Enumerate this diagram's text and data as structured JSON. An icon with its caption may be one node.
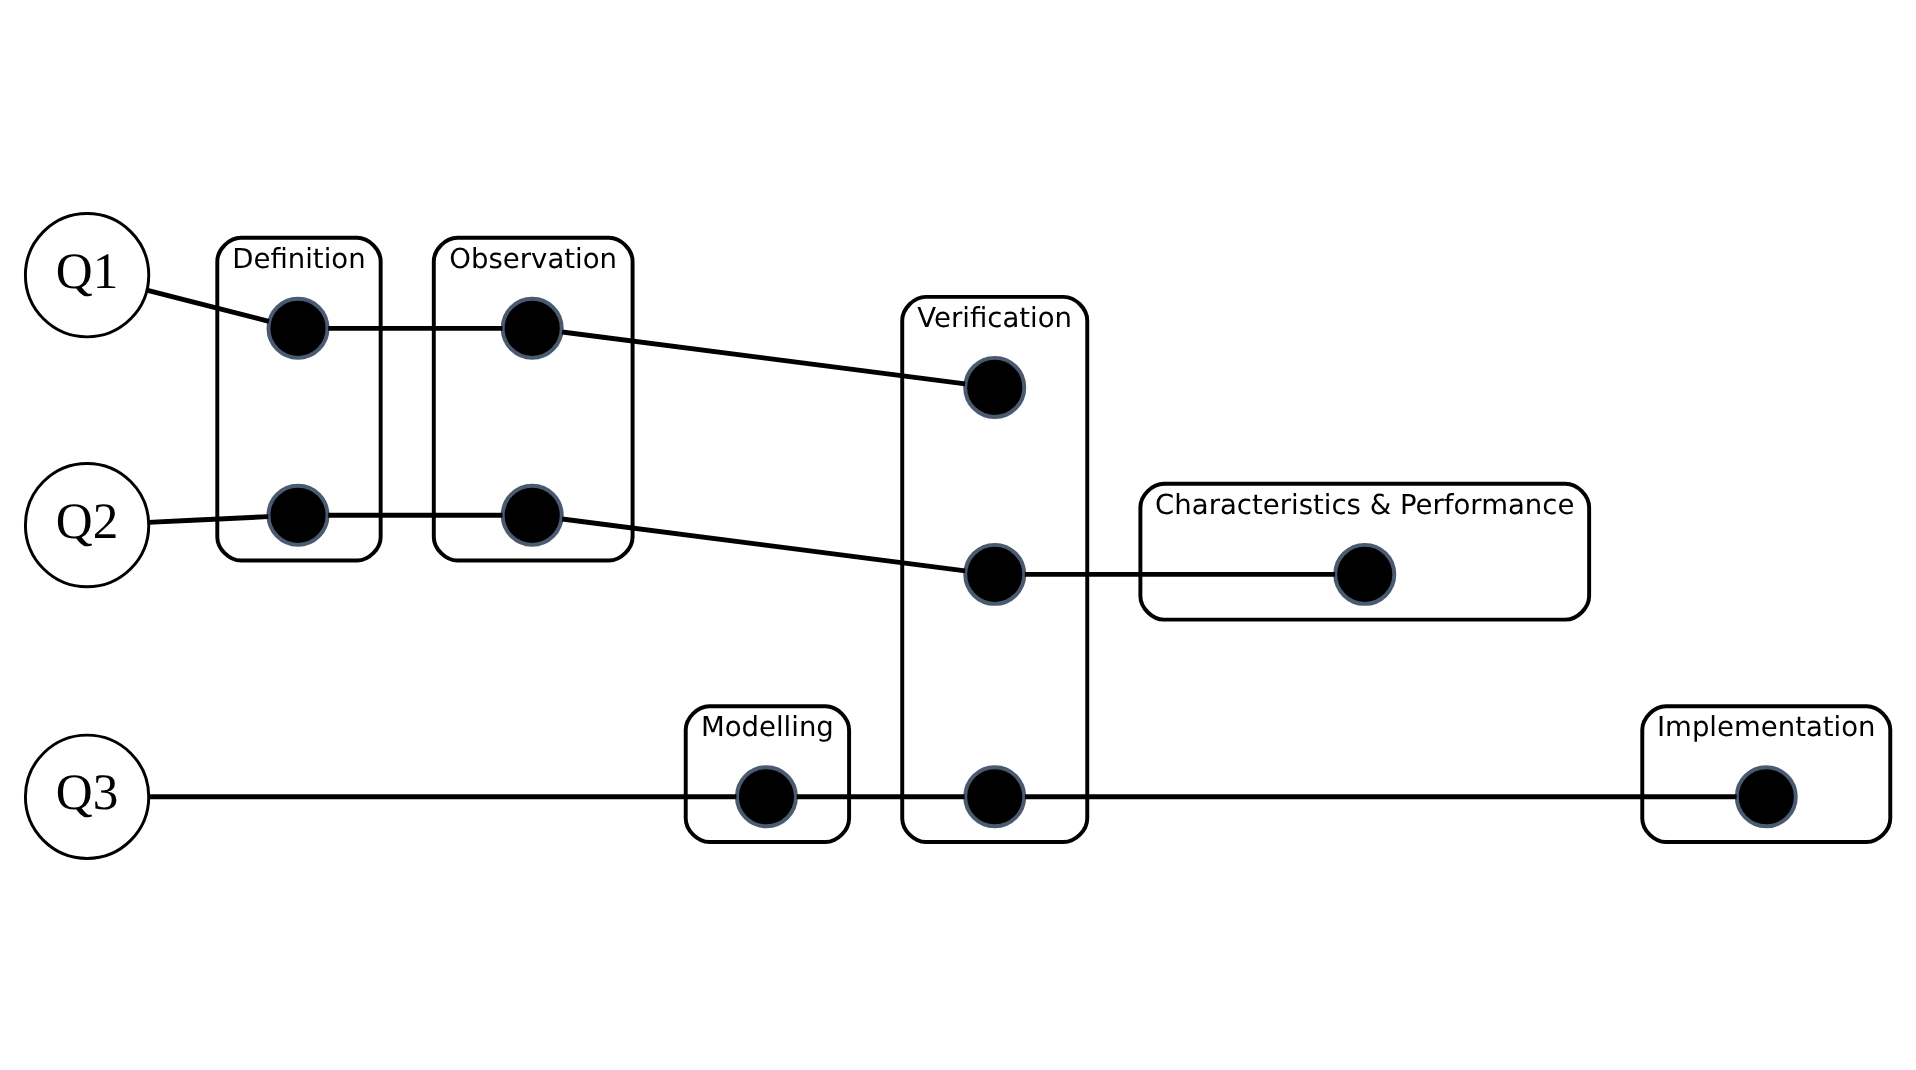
{
  "diagram": {
    "nodes": [
      {
        "text": [
          "Definition"
        ]
      },
      {
        "text": [
          "Observation"
        ]
      },
      {
        "text": [
          "Modelling"
        ]
      },
      {
        "text": [
          "Verification"
        ]
      },
      {
        "text": [
          "Characteristics & Performance"
        ]
      },
      {
        "text": [
          "Implementation"
        ]
      },
      {
        "text": [
          "Q1"
        ]
      },
      {
        "text": [
          "Q2"
        ]
      },
      {
        "text": [
          "Q3"
        ]
      },
      {
        "text": [],
        "shape": "circle",
        "in": 0
      },
      {
        "text": [],
        "shape": "circle",
        "in": 0
      },
      {
        "text": [],
        "shape": "circle",
        "in": 1
      },
      {
        "text": [],
        "shape": "circle",
        "in": 1
      },
      {
        "text": [],
        "shape": "circle",
        "in": 2
      },
      {
        "text": [],
        "shape": "circle",
        "in": 3
      },
      {
        "text": [],
        "shape": "circle",
        "in": 3
      },
      {
        "text": [],
        "shape": "circle",
        "in": 3
      },
      {
        "text": [],
        "shape": "circle",
        "in": 4
      },
      {
        "text": [],
        "shape": "circle",
        "in": 5
      }
    ],
    "edges": [
      {
        "from": 6,
        "to": 9,
        "arrow": "none"
      },
      {
        "from": 9,
        "to": 11,
        "arrow": "none"
      },
      {
        "from": 11,
        "to": 14,
        "arrow": "none"
      },
      {
        "from": 7,
        "to": 10,
        "arrow": "none"
      },
      {
        "from": 10,
        "to": 12,
        "arrow": "none"
      },
      {
        "from": 12,
        "to": 15,
        "arrow": "none"
      },
      {
        "from": 15,
        "to": 17,
        "arrow": "none"
      },
      {
        "from": 8,
        "to": 13,
        "arrow": "none"
      },
      {
        "from": 13,
        "to": 16,
        "arrow": "none"
      },
      {
        "from": 16,
        "to": 18,
        "arrow": "none"
      }
    ]
  }
}
